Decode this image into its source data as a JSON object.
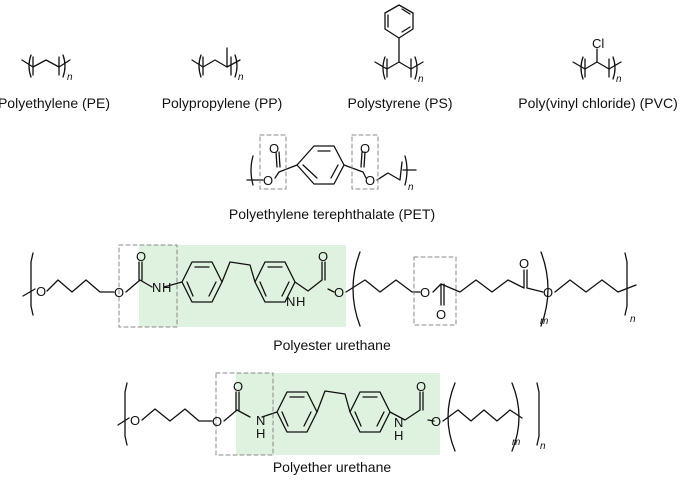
{
  "polymers": {
    "pe": {
      "name": "Polyethylene (PE)",
      "subscript": "n"
    },
    "pp": {
      "name": "Polypropylene (PP)",
      "subscript": "n"
    },
    "ps": {
      "name": "Polystyrene (PS)",
      "subscript": "n"
    },
    "pvc": {
      "name": "Poly(vinyl chloride) (PVC)",
      "subscript": "n",
      "substituent": "Cl"
    },
    "pet": {
      "name": "Polyethylene terephthalate (PET)",
      "subscript": "n"
    },
    "pu_ester": {
      "name": "Polyester urethane",
      "subscript_n": "n",
      "subscript_m": "m"
    },
    "pu_ether": {
      "name": "Polyether urethane",
      "subscript_n": "n",
      "subscript_m": "m"
    }
  },
  "atoms": {
    "oxygen": "O",
    "nitrogen": "N",
    "hydrogen": "H",
    "chlorine": "Cl"
  },
  "colors": {
    "highlight": "#dff2df",
    "box_dash": "#888888",
    "bond": "#111111"
  }
}
